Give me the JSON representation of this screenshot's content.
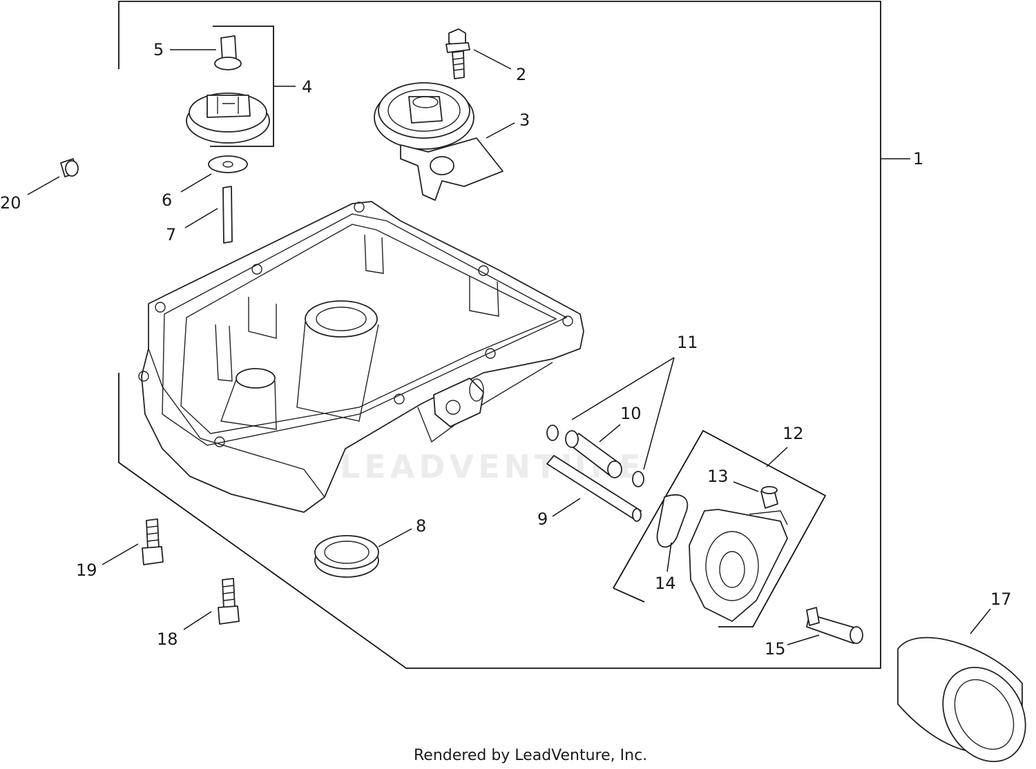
{
  "diagram": {
    "callouts": [
      {
        "id": "1",
        "label": "1"
      },
      {
        "id": "2",
        "label": "2"
      },
      {
        "id": "3",
        "label": "3"
      },
      {
        "id": "4",
        "label": "4"
      },
      {
        "id": "5",
        "label": "5"
      },
      {
        "id": "6",
        "label": "6"
      },
      {
        "id": "7",
        "label": "7"
      },
      {
        "id": "8",
        "label": "8"
      },
      {
        "id": "9",
        "label": "9"
      },
      {
        "id": "10",
        "label": "10"
      },
      {
        "id": "11",
        "label": "11"
      },
      {
        "id": "12",
        "label": "12"
      },
      {
        "id": "13",
        "label": "13"
      },
      {
        "id": "14",
        "label": "14"
      },
      {
        "id": "15",
        "label": "15"
      },
      {
        "id": "17",
        "label": "17"
      },
      {
        "id": "18",
        "label": "18"
      },
      {
        "id": "19",
        "label": "19"
      },
      {
        "id": "20",
        "label": "20"
      }
    ],
    "watermark": "LEADVENTURE",
    "footer": "Rendered by LeadVenture, Inc."
  }
}
